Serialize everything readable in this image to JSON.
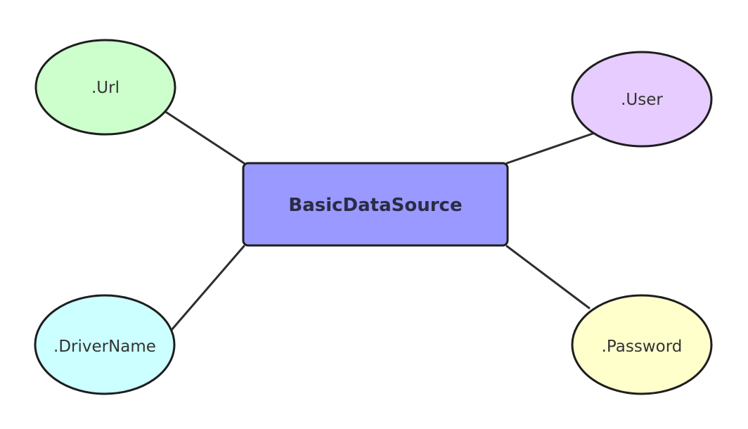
{
  "diagram": {
    "center": {
      "label": "BasicDataSource",
      "fill": "#9999ff"
    },
    "nodes": [
      {
        "id": "url",
        "label": ".Url",
        "fill": "#ccffcc"
      },
      {
        "id": "user",
        "label": ".User",
        "fill": "#e6ccff"
      },
      {
        "id": "driver-name",
        "label": ".DriverName",
        "fill": "#ccffff"
      },
      {
        "id": "password",
        "label": ".Password",
        "fill": "#ffffcc"
      }
    ]
  }
}
